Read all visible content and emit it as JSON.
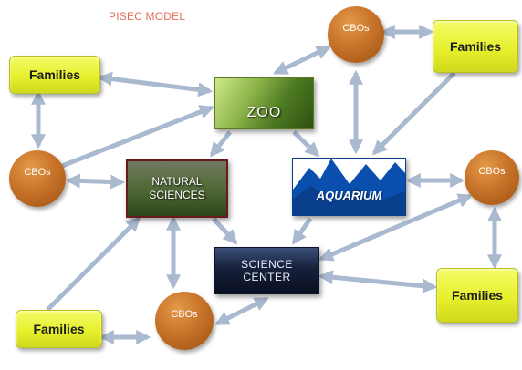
{
  "title": "PISEC MODEL",
  "families": [
    "Families",
    "Families",
    "Families",
    "Families"
  ],
  "cbos": [
    "CBOs",
    "CBOs",
    "CBOs",
    "CBOs"
  ],
  "institutions": {
    "zoo": "ZOO",
    "natural_sciences": [
      "NATURAL",
      "SCIENCES"
    ],
    "aquarium": "AQUARIUM",
    "science_center": [
      "SCIENCE",
      "CENTER"
    ]
  },
  "colors": {
    "title": "#e06d5a",
    "family_box": "#e6f02c",
    "cbo_circle": "#c8732a",
    "arrow": "#a9b9cf"
  }
}
